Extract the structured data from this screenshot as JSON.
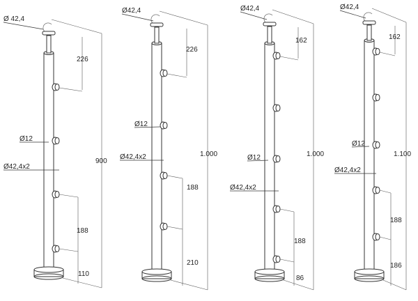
{
  "posts": [
    {
      "name": "post-900",
      "dia_top": "Ø 42,4",
      "top_dim": "226",
      "height": "900",
      "knob_dia": "Ø12",
      "tube": "Ø42,4x2",
      "spacing": "188",
      "bottom": "110",
      "knobs": 4
    },
    {
      "name": "post-1000-a",
      "dia_top": "Ø42,4",
      "top_dim": "226",
      "height": "1.000",
      "knob_dia": "Ø12",
      "tube": "Ø42,4x2",
      "spacing": "188",
      "bottom": "210",
      "knobs": 4
    },
    {
      "name": "post-1000-b",
      "dia_top": "Ø42,4",
      "top_dim": "162",
      "height": "1.000",
      "knob_dia": "Ø12",
      "tube": "Ø42,4x2",
      "spacing": "188",
      "bottom": "86",
      "knobs": 5
    },
    {
      "name": "post-1100",
      "dia_top": "Ø42,4",
      "top_dim": "162",
      "height": "1.100",
      "knob_dia": "Ø12",
      "tube": "Ø42,4x2",
      "spacing": "188",
      "bottom": "186",
      "knobs": 5
    }
  ]
}
